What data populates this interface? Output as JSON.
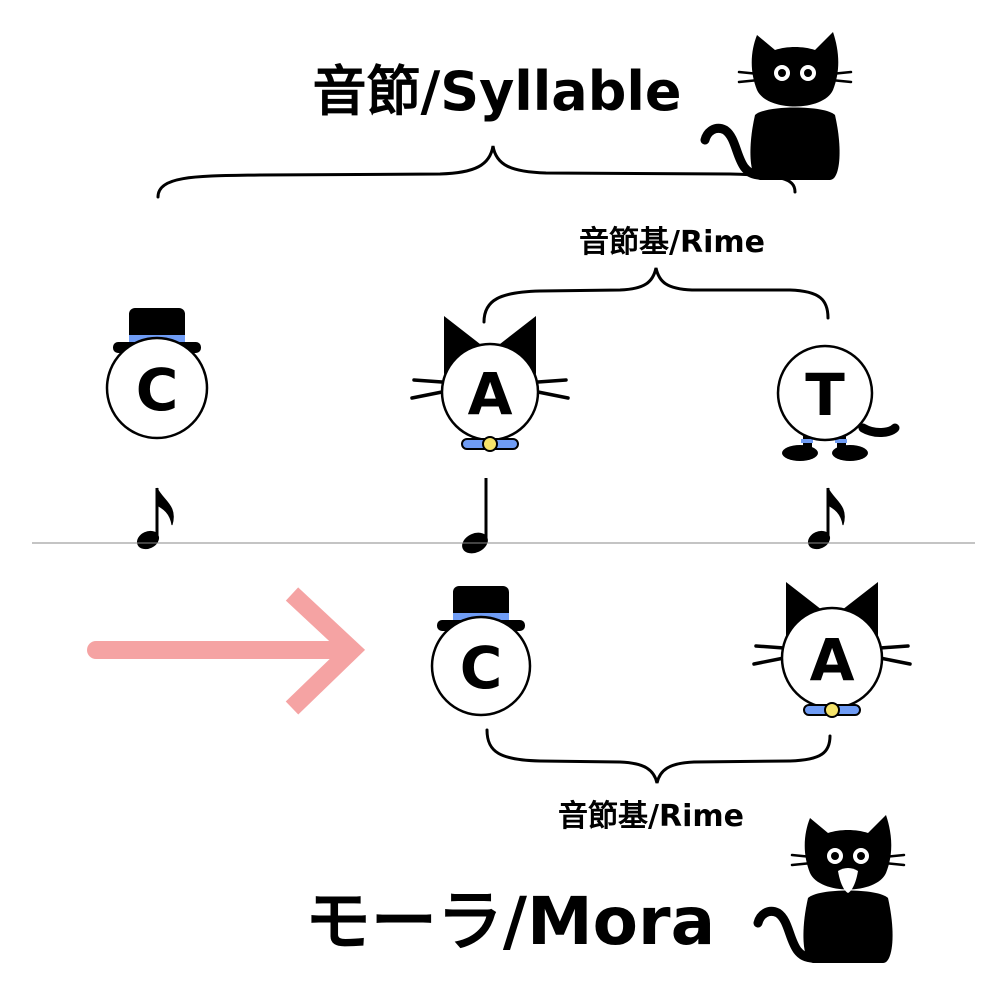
{
  "title_syllable": "音節/Syllable",
  "rime_top": "音節基/Rime",
  "rime_bottom": "音節基/Rime",
  "title_mora": "モーラ/Mora",
  "letters_top": [
    "C",
    "A",
    "T"
  ],
  "letters_bottom": [
    "C",
    "A"
  ],
  "colors": {
    "arrow": "#f5a3a3",
    "band": "#6f9cf5",
    "bell": "#f5e36a",
    "baseline": "#888888"
  }
}
